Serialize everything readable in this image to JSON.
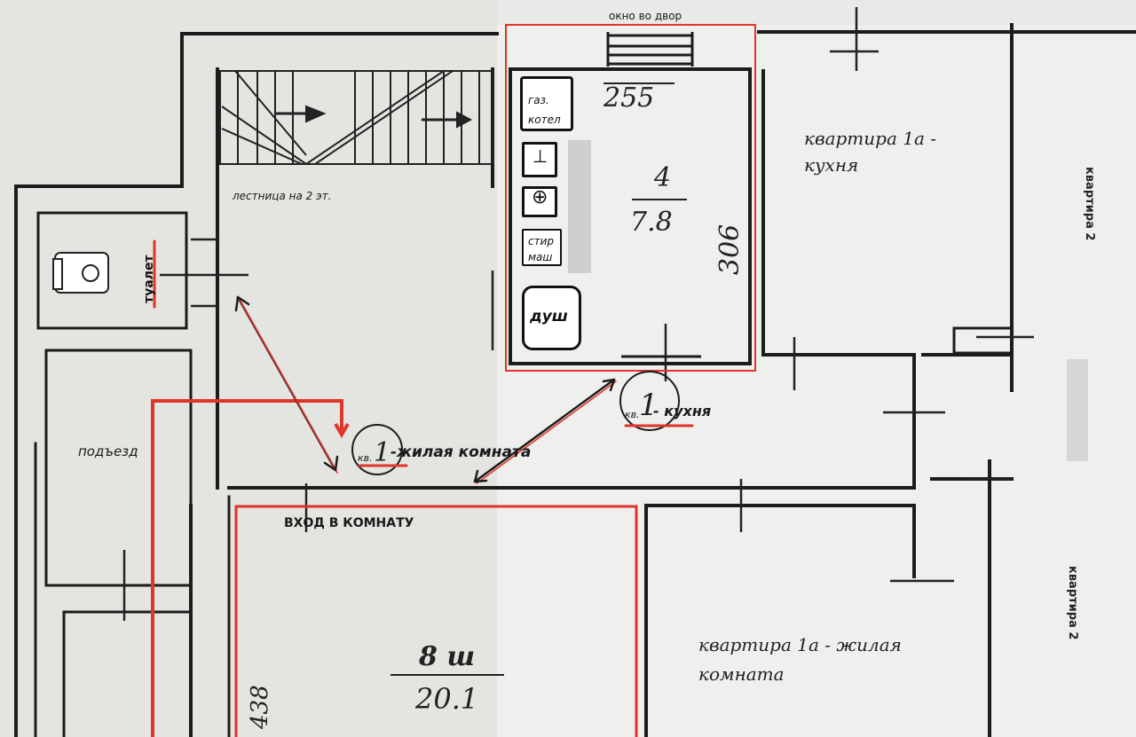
{
  "labels": {
    "courtyard_window": "окно во двор",
    "stairs": "лестница на 2 эт.",
    "toilet": "туалет",
    "entrance_hall": "подъезд",
    "room_entrance": "ВХОД  В  КОМНАТУ",
    "apt1a_kitchen_line1": "квартира 1а -",
    "apt1a_kitchen_line2": "кухня",
    "apt1a_room_line1": "квартира 1а - жилая",
    "apt1a_room_line2": "комната",
    "apt2_upper": "квартира 2",
    "apt2_lower": "квартира 2",
    "kv1_kitchen_prefix": "кв.",
    "kv1_kitchen_number": "1",
    "kv1_kitchen_name": "- кухня",
    "kv1_room_prefix": "кв.",
    "kv1_room_number": "1",
    "kv1_room_name": "-жилая комната"
  },
  "kitchen_fixtures": {
    "boiler_line1": "газ.",
    "boiler_line2": "котел",
    "washer_line1": "стир",
    "washer_line2": "маш",
    "shower": "душ"
  },
  "dimensions": {
    "kitchen_width": "255",
    "kitchen_depth": "306",
    "kitchen_number": "4",
    "kitchen_area": "7.8",
    "room_number": "8 ш",
    "room_area": "20.1",
    "room_depth": "438"
  },
  "colors": {
    "paper": "#e9e9e7",
    "ink": "#1a1a1a",
    "highlight": "#e0352b"
  }
}
